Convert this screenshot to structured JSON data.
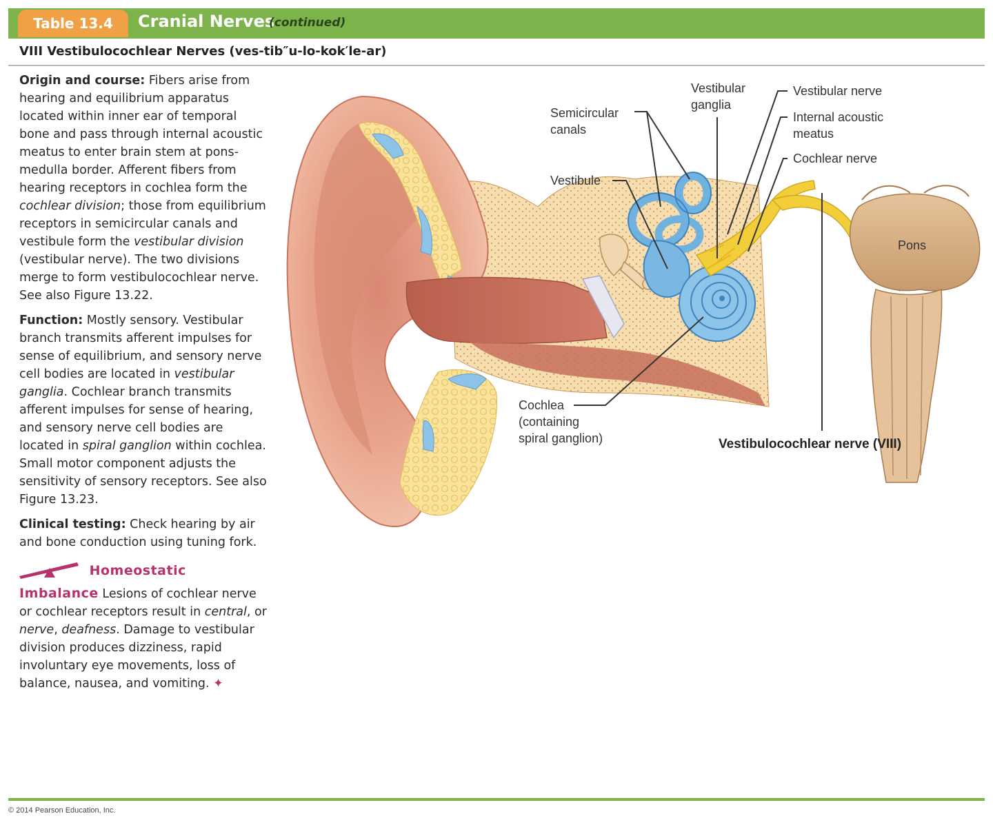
{
  "header": {
    "tab_label": "Table 13.4",
    "title": "Cranial Nerves",
    "title_suffix": "(continued)"
  },
  "subtitle": "VIII Vestibulocochlear Nerves (ves-tib″u-lo-kok′le-ar)",
  "sections": {
    "origin_label": "Origin and course:",
    "origin_text_1": " Fibers arise from hearing and equilibrium apparatus located within inner ear of temporal bone and pass through internal acoustic meatus to enter brain stem at pons-medulla border. Afferent fibers from hearing receptors in cochlea form the ",
    "origin_em_1": "cochlear division",
    "origin_text_2": "; those from equilibrium receptors in semicircular canals and vestibule form the ",
    "origin_em_2": "vestibular division",
    "origin_text_3": " (vestibular nerve). The two divisions merge to form vestibulocochlear nerve. See also Figure 13.22.",
    "function_label": "Function:",
    "function_text_1": " Mostly sensory. Vestibular branch transmits afferent impulses for sense of equilibrium, and sensory nerve cell bodies are located in ",
    "function_em_1": "vestibular ganglia",
    "function_text_2": ". Cochlear branch transmits afferent impulses for sense of hearing, and sensory nerve cell bodies are located in ",
    "function_em_2": "spiral ganglion",
    "function_text_3": " within cochlea. Small motor component adjusts the sensitivity of sensory receptors. See also Figure 13.23.",
    "clinical_label": "Clinical testing:",
    "clinical_text": " Check hearing by air and bone conduction using tuning fork.",
    "he_title_1": "Homeostatic",
    "he_title_2": "Imbalance",
    "he_text_1": " Lesions of cochlear nerve or cochlear receptors result in ",
    "he_em_1": "central",
    "he_text_2": ", or ",
    "he_em_2": "nerve",
    "he_text_3": ", ",
    "he_em_3": "deafness",
    "he_text_4": ". Damage to vestibular division produces dizziness, rapid involuntary eye movements, loss of balance, nausea, and vomiting. ",
    "he_end_mark": "✦"
  },
  "figure": {
    "labels": {
      "semicircular_1": "Semicircular",
      "semicircular_2": "canals",
      "vestibular_ganglia_1": "Vestibular",
      "vestibular_ganglia_2": "ganglia",
      "vestibular_nerve": "Vestibular nerve",
      "internal_acoustic_1": "Internal acoustic",
      "internal_acoustic_2": "meatus",
      "cochlear_nerve": "Cochlear nerve",
      "vestibule": "Vestibule",
      "pons": "Pons",
      "cochlea_1": "Cochlea",
      "cochlea_2": "(containing",
      "cochlea_3": "spiral ganglion)",
      "vestibulocochlear": "Vestibulocochlear nerve (VIII)"
    }
  },
  "footer": {
    "copyright": "© 2014 Pearson Education, Inc."
  },
  "colors": {
    "header_green": "#7cb34a",
    "tab_orange": "#f0a045",
    "imbalance_magenta": "#b5326a",
    "nerve_yellow": "#f2cf3a",
    "labyrinth_blue": "#7ab8e3"
  }
}
